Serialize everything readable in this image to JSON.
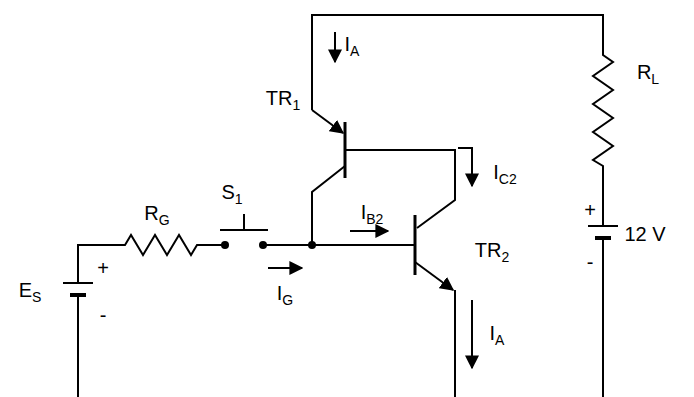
{
  "diagram": {
    "labels": [
      "IA",
      "TR1",
      "IC2",
      "RL",
      "RG",
      "S1",
      "IB2",
      "TR2",
      "+",
      "12 V",
      "ES",
      "IG",
      "+",
      "-",
      "-",
      "IA"
    ]
  }
}
